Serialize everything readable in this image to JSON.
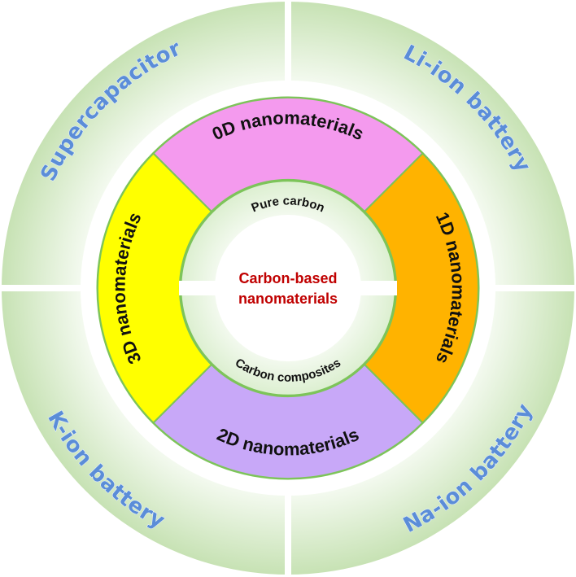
{
  "outer_ring": {
    "items": [
      {
        "label": "Supercapacitor"
      },
      {
        "label": "Li-ion battery"
      },
      {
        "label": "Na-ion battery"
      },
      {
        "label": "K-ion battery"
      }
    ]
  },
  "middle_ring": {
    "items": [
      {
        "label": "0D nanomaterials",
        "color": "#F49AEE"
      },
      {
        "label": "1D nanomaterials",
        "color": "#FFB300"
      },
      {
        "label": "2D nanomaterials",
        "color": "#C8A8F8"
      },
      {
        "label": "3D nanomaterials",
        "color": "#FFFF00"
      }
    ],
    "border_color": "#7DC45A"
  },
  "inner_ring": {
    "top_label": "Pure carbon",
    "bottom_label": "Carbon composites"
  },
  "center": {
    "line1": "Carbon-based",
    "line2": "nanomaterials",
    "color": "#C00000"
  },
  "colors": {
    "outer_ring_edge": "#C7E2B4",
    "outer_ring_center": "#F4FAF0",
    "inner_ring_fill": "#E8F4E0"
  }
}
